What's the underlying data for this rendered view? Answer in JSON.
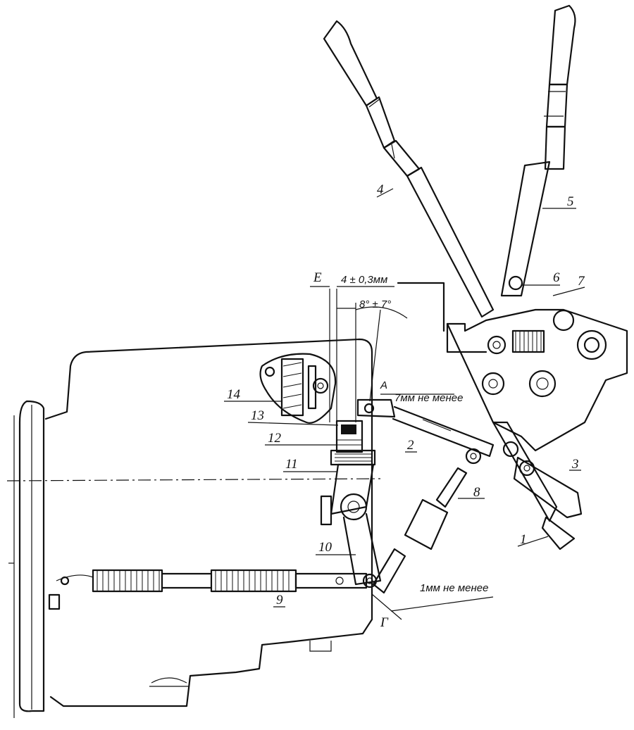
{
  "labels": {
    "l1": "1",
    "l2": "2",
    "l3": "3",
    "l4": "4",
    "l5": "5",
    "l6": "6",
    "l7": "7",
    "l8": "8",
    "l9": "9",
    "l10": "10",
    "l11": "11",
    "l12": "12",
    "l13": "13",
    "l14": "14"
  },
  "dimensions": {
    "e": "Е",
    "gap": "4 ± 0,3мм",
    "angle": "8° ± 7°",
    "a_letter": "А",
    "seven_mm": "7мм не менее",
    "one_mm": "1мм не менее",
    "g": "Г"
  }
}
